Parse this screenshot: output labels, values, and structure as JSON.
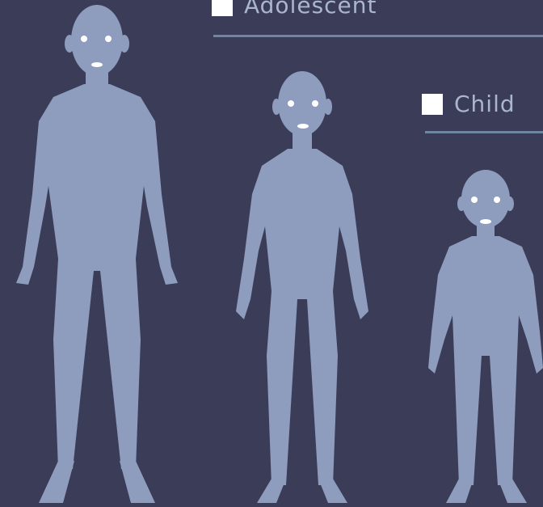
{
  "labels": {
    "adolescent": "Adolescent",
    "child": "Child"
  },
  "colors": {
    "background": "#3b3d58",
    "figure": "#8e9dbe",
    "rule": "#6e86a3",
    "label_text": "#a9b6cc",
    "marker": "#ffffff"
  },
  "figures": [
    "adult",
    "adolescent",
    "child"
  ]
}
